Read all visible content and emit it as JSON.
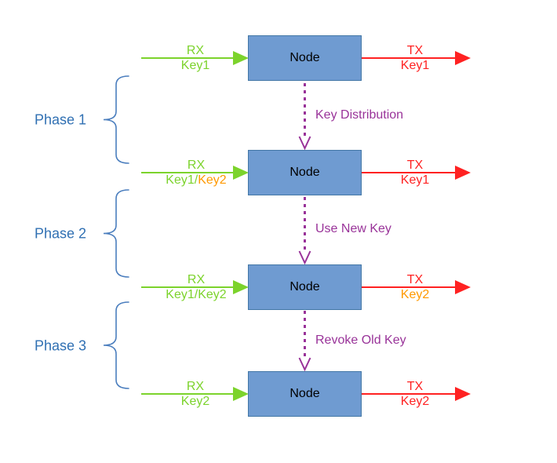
{
  "nodes": [
    {
      "label": "Node"
    },
    {
      "label": "Node"
    },
    {
      "label": "Node"
    },
    {
      "label": "Node"
    }
  ],
  "rows": [
    {
      "rx": {
        "dir": "RX",
        "keys": [
          {
            "text": "Key1",
            "color": "green"
          }
        ]
      },
      "tx": {
        "dir": "TX",
        "keys": [
          {
            "text": "Key1",
            "color": "red"
          }
        ]
      }
    },
    {
      "rx": {
        "dir": "RX",
        "keys": [
          {
            "text": "Key1/",
            "color": "green"
          },
          {
            "text": "Key2",
            "color": "orange"
          }
        ]
      },
      "tx": {
        "dir": "TX",
        "keys": [
          {
            "text": "Key1",
            "color": "red"
          }
        ]
      }
    },
    {
      "rx": {
        "dir": "RX",
        "keys": [
          {
            "text": "Key1/Key2",
            "color": "green"
          }
        ]
      },
      "tx": {
        "dir": "TX",
        "keys": [
          {
            "text": "Key2",
            "color": "orange"
          }
        ]
      }
    },
    {
      "rx": {
        "dir": "RX",
        "keys": [
          {
            "text": "Key2",
            "color": "green"
          }
        ]
      },
      "tx": {
        "dir": "TX",
        "keys": [
          {
            "text": "Key2",
            "color": "red"
          }
        ]
      }
    }
  ],
  "transitions": [
    {
      "label": "Key Distribution"
    },
    {
      "label": "Use New Key"
    },
    {
      "label": "Revoke Old Key"
    }
  ],
  "phases": [
    {
      "label": "Phase 1"
    },
    {
      "label": "Phase 2"
    },
    {
      "label": "Phase 3"
    }
  ],
  "colors": {
    "rx_green": "#7CD32C",
    "tx_red": "#FF2222",
    "key2_orange": "#FF9900",
    "transition_purple": "#993399",
    "node_fill": "#6F9BD1",
    "node_border": "#4377A6",
    "phase_text": "#3070B3",
    "brace": "#4B7EBE",
    "background": "#FFFFFF"
  }
}
